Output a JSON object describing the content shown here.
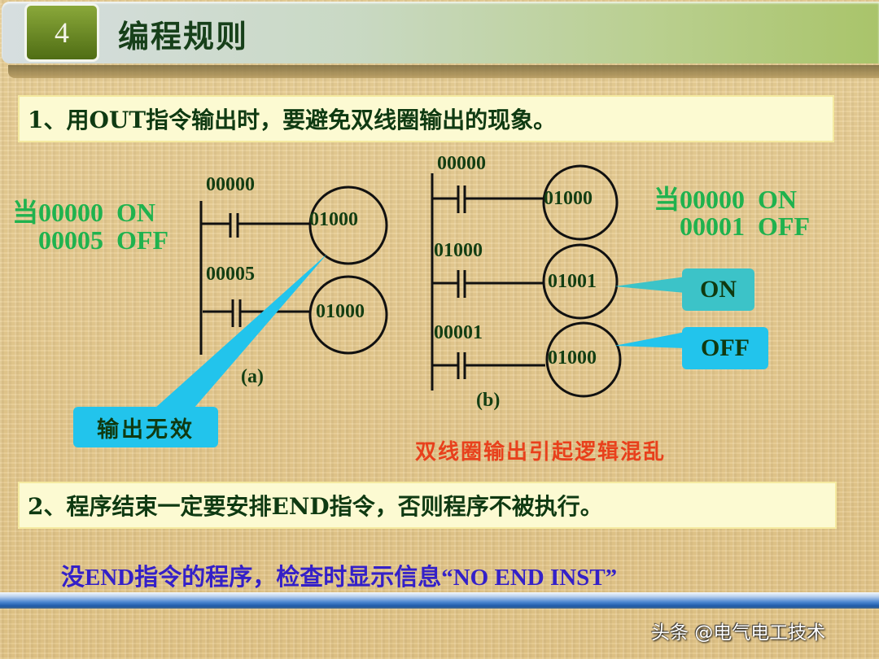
{
  "header": {
    "section_number": "4",
    "title": "编程规则"
  },
  "rule1": "1、用OUT指令输出时，要避免双线圈输出的现象。",
  "diagram_a": {
    "condition_line1": "当00000  ON",
    "condition_line2": "00005  OFF",
    "rungs": [
      {
        "contact": "00000",
        "coil": "01000"
      },
      {
        "contact": "00005",
        "coil": "01000"
      }
    ],
    "caption": "(a)",
    "callout": "输出无效"
  },
  "diagram_b": {
    "condition_line1": "当00000  ON",
    "condition_line2": "00001  OFF",
    "rungs": [
      {
        "contact": "00000",
        "coil": "01000"
      },
      {
        "contact": "01000",
        "coil": "01001"
      },
      {
        "contact": "00001",
        "coil": "01000"
      }
    ],
    "caption": "(b)",
    "callout_on": "ON",
    "callout_off": "OFF",
    "note": "双线圈输出引起逻辑混乱"
  },
  "rule2": "2、程序结束一定要安排END指令，否则程序不被执行。",
  "end_note": "没END指令的程序，检查时显示信息“NO END INST”",
  "watermark": "头条 @电气电工技术",
  "colors": {
    "condition_green": "#1fb24e",
    "label_dark_green": "#0f3a12",
    "callout_cyan": "#22c4ec",
    "note_red": "#e8401c",
    "note_blue": "#3420c8"
  }
}
